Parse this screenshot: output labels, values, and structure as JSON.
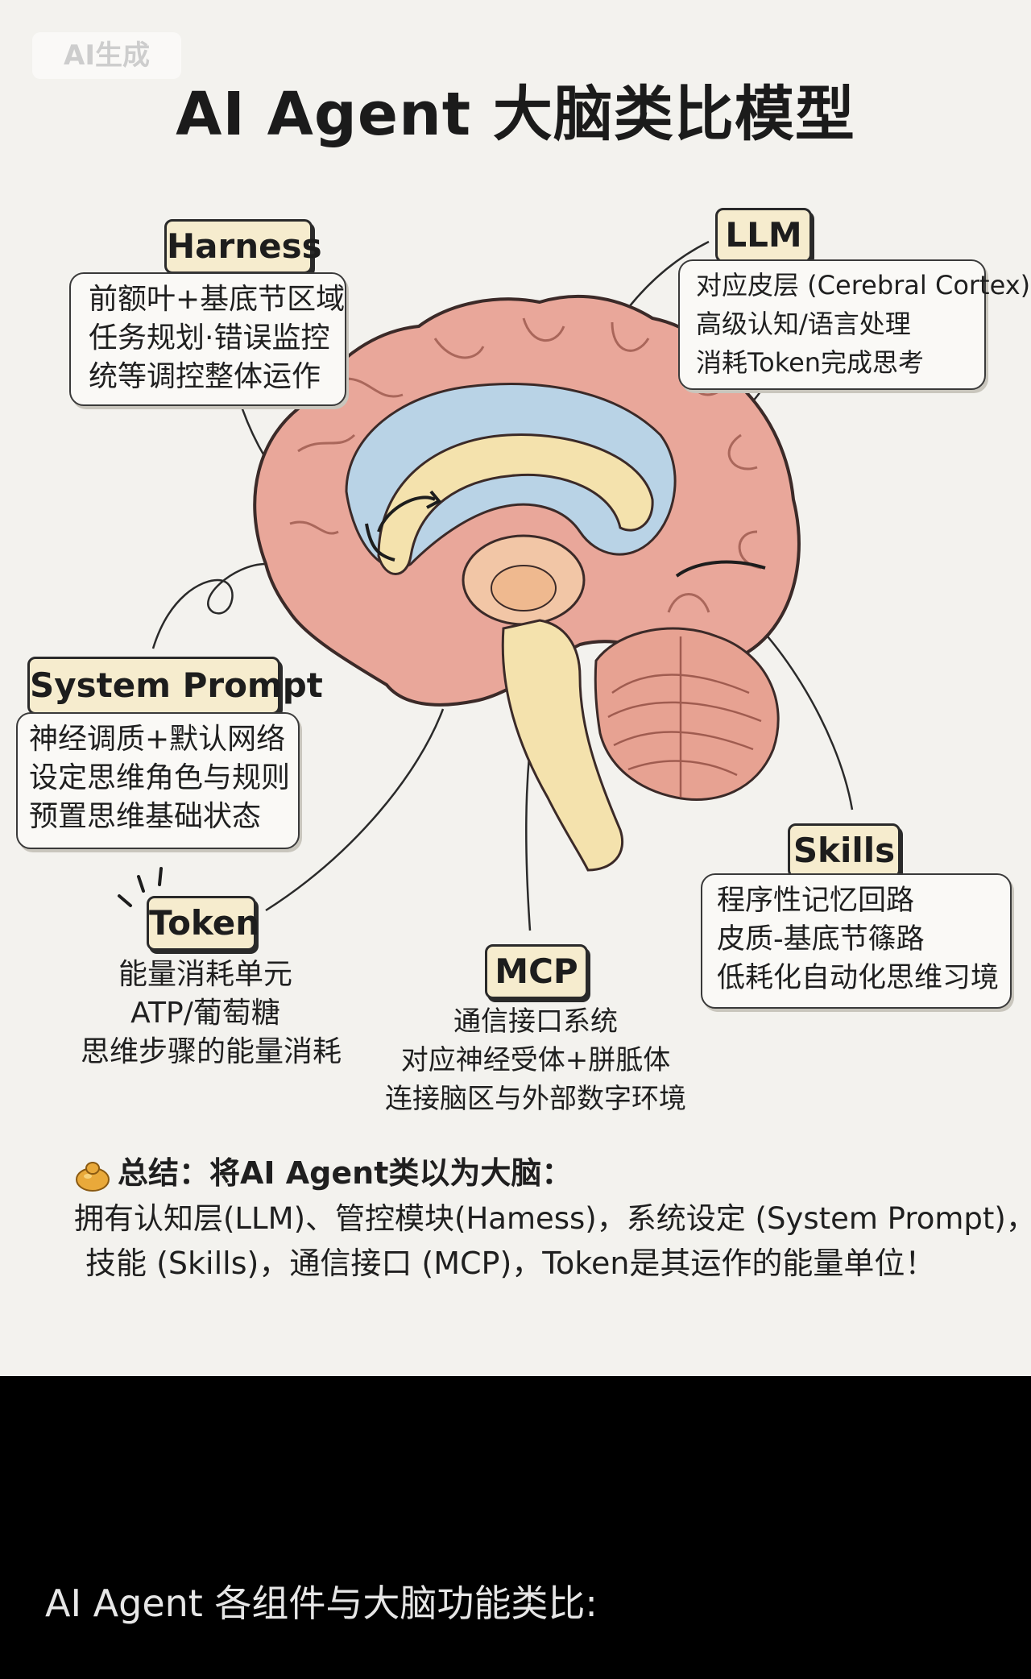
{
  "watermark": "AI生成",
  "title": "AI Agent 大脑类比模型",
  "harness": {
    "label": "Harness",
    "lines": [
      "前额叶+基底节区域",
      "任务规划·错误监控",
      "统等调控整体运作"
    ]
  },
  "llm": {
    "label": "LLM",
    "lines": [
      "对应皮层 (Cerebral Cortex)",
      "高级认知/语言处理",
      "消耗Token完成思考"
    ]
  },
  "system_prompt": {
    "label": "System Prompt",
    "lines": [
      "神经调质+默认网络",
      "设定思维角色与规则",
      "预置思维基础状态"
    ]
  },
  "token": {
    "label": "Token",
    "lines": [
      "能量消耗单元",
      "ATP/葡萄糖",
      "思维步骤的能量消耗"
    ]
  },
  "mcp": {
    "label": "MCP",
    "lines": [
      "通信接口系统",
      "对应神经受体+胼胝体",
      "连接脑区与外部数字环境"
    ]
  },
  "skills": {
    "label": "Skills",
    "lines": [
      "程序性记忆回路",
      "皮质-基底节篠路",
      "低耗化自动化思维习境"
    ]
  },
  "summary": {
    "title": "总结：将AI Agent类以为大脑：",
    "line1": "拥有认知层(LLM)、管控模块(Hamess)，系统设定 (System Prompt)，自动",
    "line2": "技能 (Skills)，通信接口 (MCP)，Token是其运作的能量单位！"
  },
  "caption": "AI Agent 各组件与大脑功能类比:",
  "colors": {
    "cortex": "#e9a79a",
    "cortex_outline": "#3b2a28",
    "inner_blue": "#b9d3e6",
    "cream": "#f4e2ad",
    "cerebellum": "#e7a292",
    "tag_bg": "#f6ecce",
    "poster_bg": "#f3f2ee"
  }
}
